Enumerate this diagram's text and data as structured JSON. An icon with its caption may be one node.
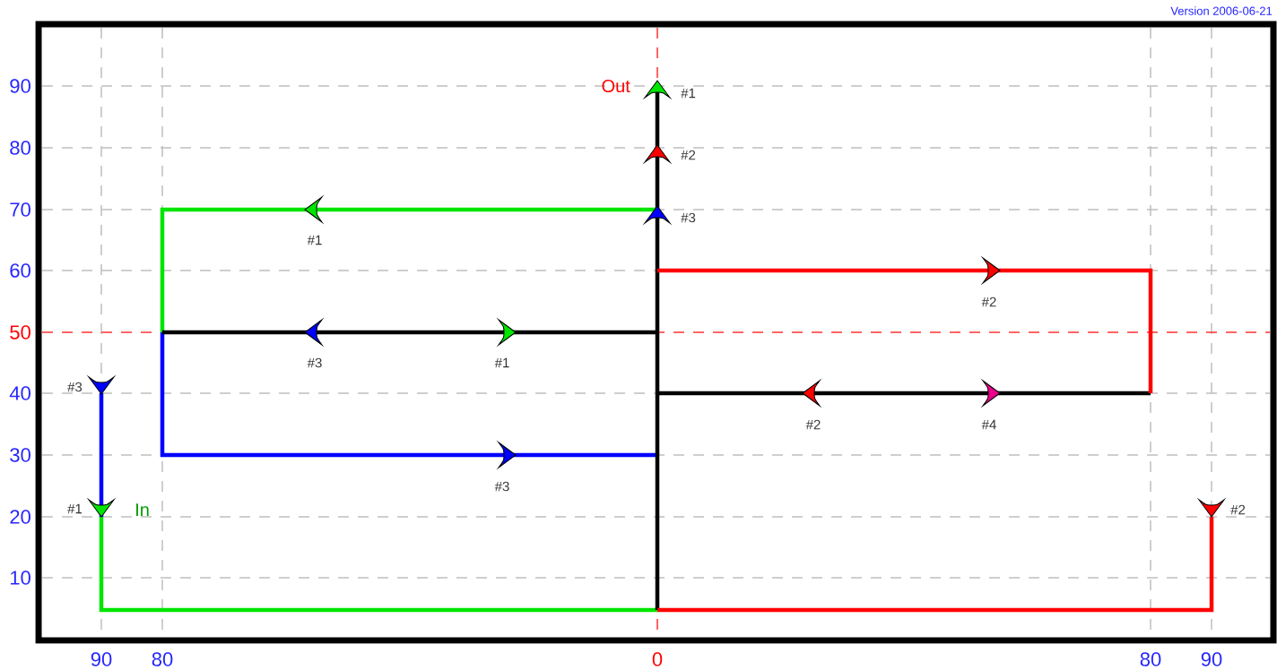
{
  "diagram": {
    "labels": [
      "Version 2006-06-21",
      "90",
      "80",
      "70",
      "60",
      "50",
      "40",
      "30",
      "20",
      "10",
      "Out",
      "#1",
      "#2",
      "#3",
      "#1",
      "#2",
      "#3",
      "#1",
      "#2",
      "#4",
      "#3",
      "#3",
      "#1",
      "In",
      "#2",
      "90",
      "80",
      "0",
      "80",
      "90"
    ]
  }
}
